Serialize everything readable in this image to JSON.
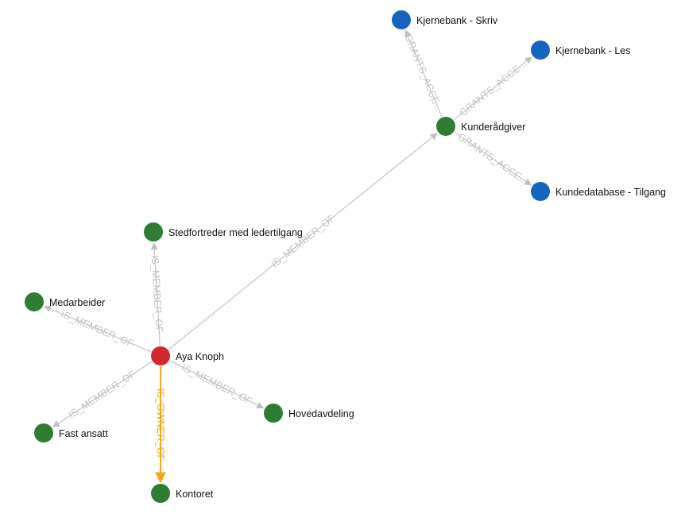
{
  "colors": {
    "background": "#ffffff",
    "person_node": "#d1272e",
    "group_node": "#2e7d32",
    "resource_node": "#1565c0",
    "edge_default": "#c8c8c8",
    "edge_label_default": "#c2c2c2",
    "edge_highlight": "#f0a81c"
  },
  "nodes": [
    {
      "id": "aya",
      "label": "Aya Knoph",
      "kind": "person"
    },
    {
      "id": "kunde",
      "label": "Kunderådgiver",
      "kind": "group"
    },
    {
      "id": "stedf",
      "label": "Stedfortreder med ledertilgang",
      "kind": "group"
    },
    {
      "id": "medarb",
      "label": "Medarbeider",
      "kind": "group"
    },
    {
      "id": "fast",
      "label": "Fast ansatt",
      "kind": "group"
    },
    {
      "id": "hoved",
      "label": "Hovedavdeling",
      "kind": "group"
    },
    {
      "id": "kontoret",
      "label": "Kontoret",
      "kind": "group"
    },
    {
      "id": "kjskriv",
      "label": "Kjernebank - Skriv",
      "kind": "resource"
    },
    {
      "id": "kjles",
      "label": "Kjernebank - Les",
      "kind": "resource"
    },
    {
      "id": "kdb",
      "label": "Kundedatabase - Tilgang",
      "kind": "resource"
    }
  ],
  "edges": [
    {
      "from": "aya",
      "to": "kunde",
      "label": "IS_MEMBER_OF",
      "highlight": false
    },
    {
      "from": "aya",
      "to": "stedf",
      "label": "IS_MEMBER_OF",
      "highlight": false
    },
    {
      "from": "aya",
      "to": "medarb",
      "label": "IS_MEMBER_OF",
      "highlight": false
    },
    {
      "from": "aya",
      "to": "fast",
      "label": "IS_MEMBER_OF",
      "highlight": false
    },
    {
      "from": "aya",
      "to": "hoved",
      "label": "IS_MEMBER_OF",
      "highlight": false
    },
    {
      "from": "aya",
      "to": "kontoret",
      "label": "IS_OWNER_OF",
      "highlight": true
    },
    {
      "from": "kunde",
      "to": "kjskriv",
      "label": "GRANTS_ACCE...",
      "highlight": false
    },
    {
      "from": "kunde",
      "to": "kjles",
      "label": "GRANTS_ACCE...",
      "highlight": false
    },
    {
      "from": "kunde",
      "to": "kdb",
      "label": "GRANTS_ACCE...",
      "highlight": false
    }
  ]
}
